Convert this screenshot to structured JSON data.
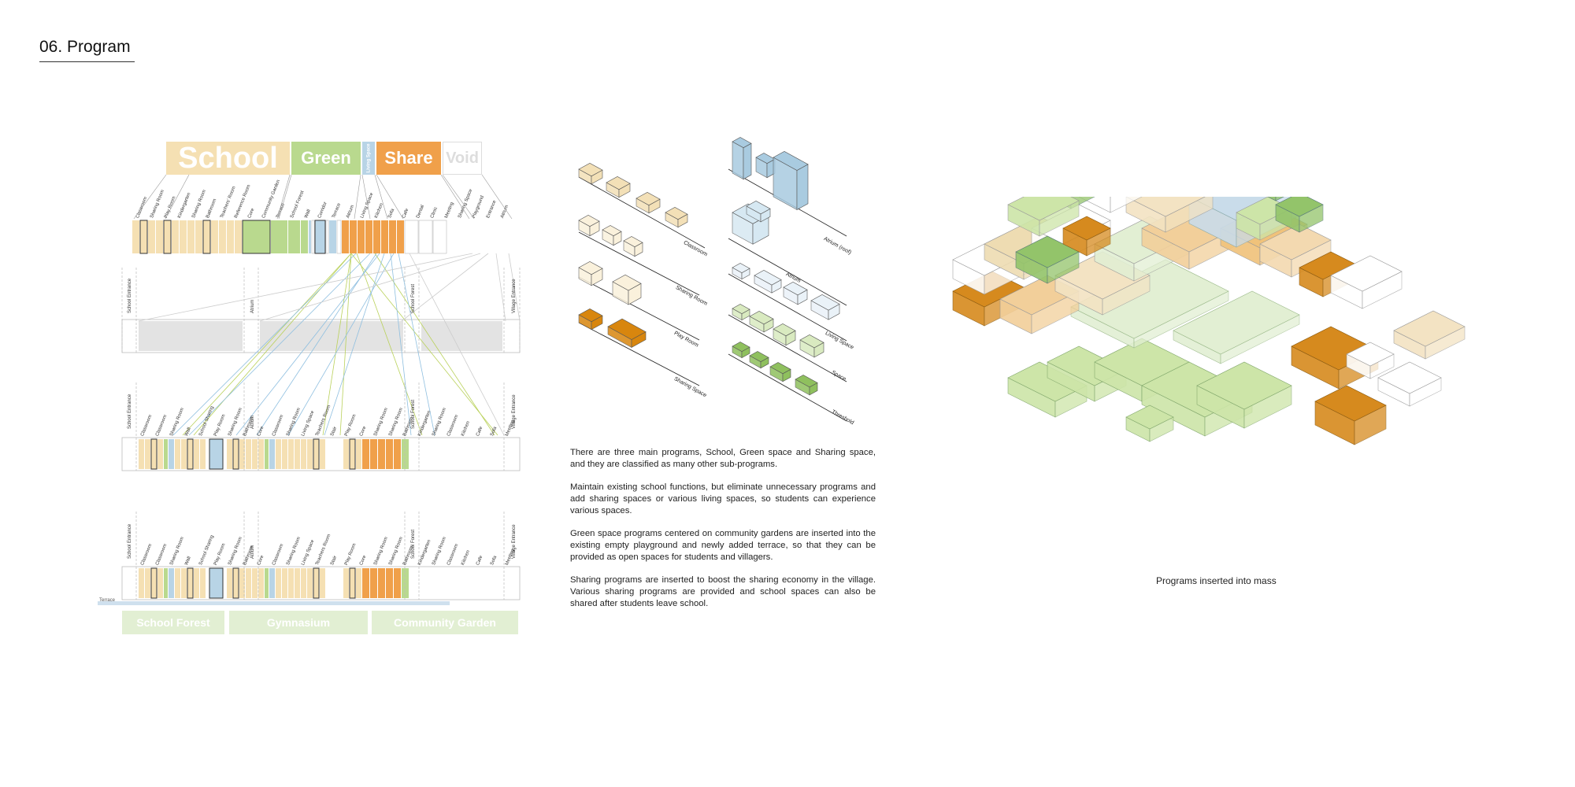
{
  "section": {
    "number": "06.",
    "title": "Program"
  },
  "legend": [
    {
      "key": "school",
      "label": "School",
      "color": "#f5e0b3"
    },
    {
      "key": "green",
      "label": "Green",
      "color": "#b9d98e"
    },
    {
      "key": "living",
      "label": "Living Space",
      "color": "#b8d4e6"
    },
    {
      "key": "share",
      "label": "Share",
      "color": "#f0a04a"
    },
    {
      "key": "void",
      "label": "Void",
      "color": "#ffffff"
    }
  ],
  "program_labels": [
    "Classroom",
    "Sharing Room",
    "Play Room",
    "Kindergarten",
    "Sharing Room",
    "Bathroom",
    "Teachers' Room",
    "Reference Room",
    "Core",
    "Community Garden",
    "Terrace",
    "School Forest",
    "Wall",
    "Corridor",
    "Terrace",
    "Atrium",
    "Living Space",
    "Kitchen",
    "Sofa",
    "Cafe",
    "Dental",
    "Clinic",
    "Meeting",
    "Sharing Space",
    "Playground",
    "Entrance",
    "Atrium"
  ],
  "rows": {
    "row1_labels": [
      "School Entrance",
      "Atrium",
      "School Forest",
      "Village Entrance"
    ],
    "row2_labels": [
      "School Entrance",
      "Atrium",
      "School Forest",
      "Village Entrance"
    ],
    "row3_labels": [
      "School Entrance",
      "Atrium",
      "School Forest",
      "Village Entrance"
    ],
    "row2_sub": [
      "Classroom",
      "Classroom",
      "Sharing Room",
      "Wall",
      "School Sharing",
      "Play Room",
      "Sharing Room",
      "Bathroom",
      "Core",
      "Classroom",
      "Sharing Room",
      "Living Space",
      "Teachers Room",
      "Stair",
      "Play Room",
      "Core",
      "Sharing Room",
      "Sharing Room",
      "Bathroom",
      "Kindergarten",
      "Sharing Room",
      "Classroom",
      "Kitchen",
      "Cafe",
      "Sofa",
      "Meeting"
    ],
    "terrace_label": "Terrace"
  },
  "bottom_zones": [
    "School Forest",
    "Gymnasium",
    "Community Garden"
  ],
  "slab_labels": [
    "Classroom",
    "Sharing Room",
    "Play Room",
    "Sharing Space",
    "Atrium (roof)",
    "Atrium",
    "Living Space",
    "Space",
    "Threshold"
  ],
  "paragraphs": [
    "There are three main programs, School, Green space and Sharing space, and they are classified as many other sub-programs.",
    "Maintain existing school functions, but eliminate unnecessary programs and add sharing spaces or various living spaces, so students can experience various spaces.",
    "Green space programs centered on community gardens are inserted into the existing empty playground and newly added terrace, so that they can be provided as open spaces for students and villagers.",
    "Sharing programs are inserted to boost the sharing economy in the village. Various sharing programs are provided and school spaces can also be shared after students leave school."
  ],
  "mass_caption": "Programs inserted into mass"
}
